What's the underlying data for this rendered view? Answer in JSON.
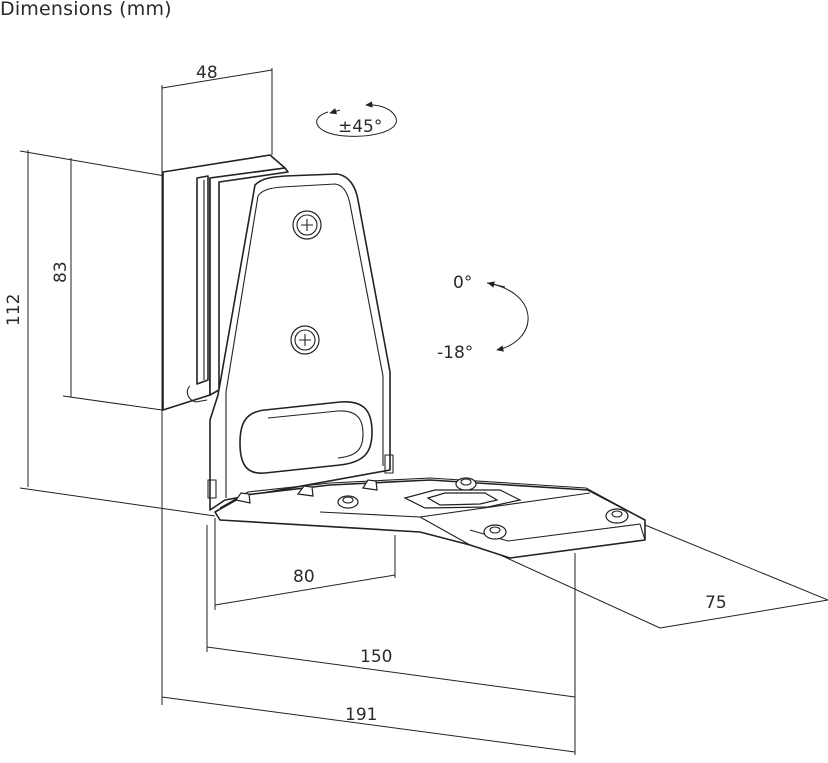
{
  "title": "Dimensions (mm)",
  "dimensions": {
    "width_top": "48",
    "height_total": "112",
    "height_plate": "83",
    "depth_short": "80",
    "depth_mid": "150",
    "depth_long": "191",
    "plate_width": "75"
  },
  "rotations": {
    "swivel": "±45°",
    "tilt_top": "0°",
    "tilt_bottom": "-18°"
  }
}
